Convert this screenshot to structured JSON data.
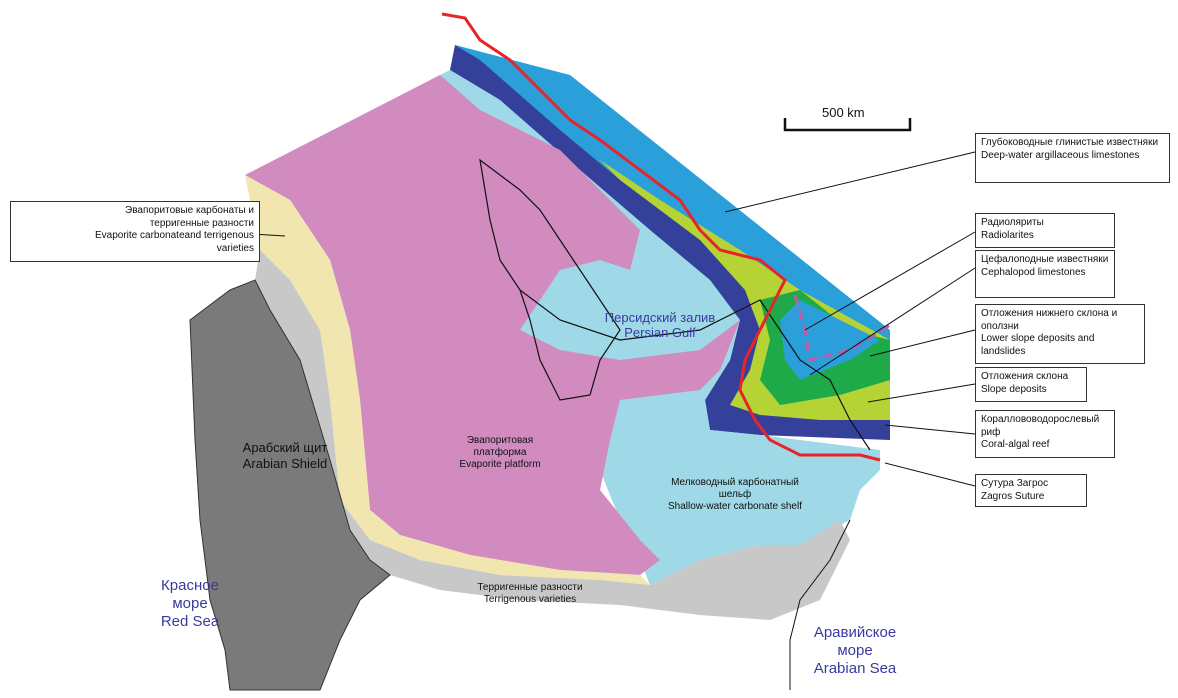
{
  "scale_bar": {
    "label": "500 km"
  },
  "regions": {
    "arabian_shield": {
      "ru": "Арабский щит",
      "en": "Arabian Shield"
    },
    "evaporite_platform": {
      "ru1": "Эвапоритовая",
      "ru2": "платформа",
      "en": "Evaporite platform"
    },
    "shallow_shelf": {
      "ru1": "Мелководный карбонатный",
      "ru2": "шельф",
      "en": "Shallow-water carbonate shelf"
    },
    "terrigenous": {
      "ru": "Терригенные разности",
      "en": "Terrigenous varieties"
    },
    "persian_gulf": {
      "ru": "Персидский залив",
      "en": "Persian Gulf"
    },
    "red_sea": {
      "ru1": "Красное",
      "ru2": "море",
      "en": "Red Sea"
    },
    "arabian_sea": {
      "ru1": "Аравийское",
      "ru2": "море",
      "en": "Arabian Sea"
    }
  },
  "legend_left": {
    "ru1": "Эвапоритовые карбонаты и",
    "ru2": "терригенные разности",
    "en1": "Evaporite carbonateand terrigenous",
    "en2": "varieties"
  },
  "legend": [
    {
      "ru": "Глубоководные глинистые известняки",
      "en": "Deep-water argillaceous limestones",
      "color": "#2b9fd9"
    },
    {
      "ru": "Радиоляриты",
      "en": "Radiolarites",
      "color": "#c25aa8"
    },
    {
      "ru": "Цефалоподные известняки",
      "en": "Cephalopod limestones",
      "color": "#2f4fa8"
    },
    {
      "ru": "Отложения нижнего склона и оползни",
      "en": "Lower slope deposits and landslides",
      "color": "#1faa4a"
    },
    {
      "ru": "Отложения склона",
      "en": "Slope deposits",
      "color": "#b5d334"
    },
    {
      "ru": "Кораллововодорослевый риф",
      "en": "Coral-algal reef",
      "color": "#34409a"
    },
    {
      "ru": "Сутура Загрос",
      "en": "Zagros Suture",
      "color": "#e8242b"
    }
  ]
}
